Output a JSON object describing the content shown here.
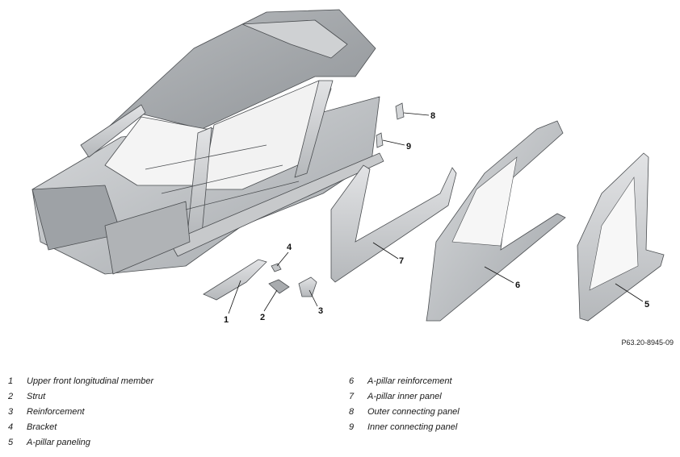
{
  "figure": {
    "reference_code": "P63.20-8945-09",
    "callouts": [
      "1",
      "2",
      "3",
      "4",
      "5",
      "6",
      "7",
      "8",
      "9"
    ]
  },
  "legend": [
    {
      "num": "1",
      "text": "Upper front longitudinal member"
    },
    {
      "num": "2",
      "text": "Strut"
    },
    {
      "num": "3",
      "text": "Reinforcement"
    },
    {
      "num": "4",
      "text": "Bracket"
    },
    {
      "num": "5",
      "text": "A-pillar paneling"
    },
    {
      "num": "6",
      "text": "A-pillar reinforcement"
    },
    {
      "num": "7",
      "text": "A-pillar inner panel"
    },
    {
      "num": "8",
      "text": "Outer connecting panel"
    },
    {
      "num": "9",
      "text": "Inner connecting panel"
    }
  ]
}
